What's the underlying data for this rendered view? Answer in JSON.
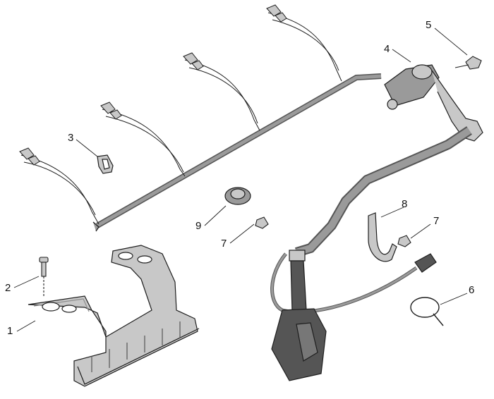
{
  "colors": {
    "line": "#1e1e1e",
    "hose": "#9a9a9a",
    "hose_dark": "#555555",
    "part_fill": "#c8c8c8",
    "part_shade": "#8c8c8c",
    "watermark": "#f1f1f1"
  },
  "watermark": "",
  "callouts": [
    {
      "id": "c1",
      "label": "1"
    },
    {
      "id": "c2",
      "label": "2"
    },
    {
      "id": "c3",
      "label": "3"
    },
    {
      "id": "c4",
      "label": "4"
    },
    {
      "id": "c5",
      "label": "5"
    },
    {
      "id": "c6",
      "label": "6"
    },
    {
      "id": "c7a",
      "label": "7"
    },
    {
      "id": "c7b",
      "label": "7"
    },
    {
      "id": "c8",
      "label": "8"
    },
    {
      "id": "c9",
      "label": "9"
    }
  ]
}
